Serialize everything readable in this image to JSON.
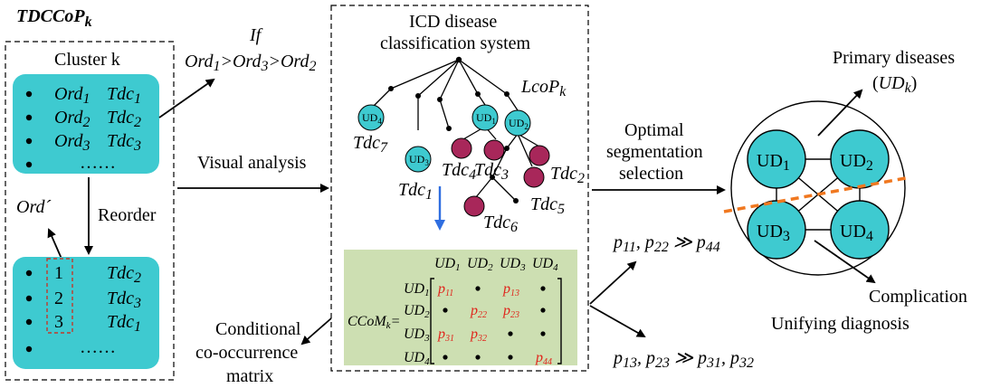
{
  "title": "TDCCoP",
  "title_sub": "k",
  "cluster": {
    "label": "Cluster k",
    "rows": [
      {
        "ord": "Ord",
        "ord_sub": "1",
        "tdc": "Tdc",
        "tdc_sub": "1"
      },
      {
        "ord": "Ord",
        "ord_sub": "2",
        "tdc": "Tdc",
        "tdc_sub": "2"
      },
      {
        "ord": "Ord",
        "ord_sub": "3",
        "tdc": "Tdc",
        "tdc_sub": "3"
      }
    ],
    "ellipsis": "……"
  },
  "reorder_label": "Reorder",
  "ord_prime": "Ord´",
  "reordered": {
    "rows": [
      {
        "num": "1",
        "tdc": "Tdc",
        "tdc_sub": "2"
      },
      {
        "num": "2",
        "tdc": "Tdc",
        "tdc_sub": "3"
      },
      {
        "num": "3",
        "tdc": "Tdc",
        "tdc_sub": "1"
      }
    ],
    "ellipsis": "……"
  },
  "if_label": "If",
  "condition": {
    "a": "Ord",
    "a_sub": "1",
    "b": "Ord",
    "b_sub": "3",
    "c": "Ord",
    "c_sub": "2",
    "op": ">"
  },
  "visual_analysis": "Visual analysis",
  "conditional_matrix": {
    "line1": "Conditional",
    "line2": "co-occurrence",
    "line3": "matrix"
  },
  "icd": {
    "line1": "ICD disease",
    "line2": "classification system"
  },
  "lcop": {
    "text": "LcoP",
    "sub": "k"
  },
  "tree_nodes": {
    "ud": [
      "UD",
      "UD",
      "UD",
      "UD"
    ],
    "ud_sub": [
      "4",
      "1",
      "2",
      "3"
    ],
    "tdc_labels": [
      {
        "text": "Tdc",
        "sub": "7"
      },
      {
        "text": "Tdc",
        "sub": "4"
      },
      {
        "text": "Tdc",
        "sub": "3"
      },
      {
        "text": "Tdc",
        "sub": "2"
      },
      {
        "text": "Tdc",
        "sub": "1"
      },
      {
        "text": "Tdc",
        "sub": "5"
      },
      {
        "text": "Tdc",
        "sub": "6"
      }
    ]
  },
  "matrix": {
    "name": "CCoM",
    "name_sub": "k",
    "equals": "=",
    "col_headers": [
      "UD",
      "UD",
      "UD",
      "UD"
    ],
    "col_subs": [
      "1",
      "2",
      "3",
      "4"
    ],
    "row_headers": [
      "UD",
      "UD",
      "UD",
      "UD"
    ],
    "row_subs": [
      "1",
      "2",
      "3",
      "4"
    ],
    "cells": [
      [
        {
          "t": "p",
          "s": "11"
        },
        {
          "t": "•"
        },
        {
          "t": "p",
          "s": "13"
        },
        {
          "t": "•"
        }
      ],
      [
        {
          "t": "•"
        },
        {
          "t": "p",
          "s": "22"
        },
        {
          "t": "p",
          "s": "23"
        },
        {
          "t": "•"
        }
      ],
      [
        {
          "t": "p",
          "s": "31"
        },
        {
          "t": "p",
          "s": "32"
        },
        {
          "t": "•"
        },
        {
          "t": "•"
        }
      ],
      [
        {
          "t": "•"
        },
        {
          "t": "•"
        },
        {
          "t": "•"
        },
        {
          "t": "p",
          "s": "44"
        }
      ]
    ]
  },
  "optimal": {
    "line1": "Optimal",
    "line2": "segmentation",
    "line3": "selection"
  },
  "ineq1": {
    "a": "p",
    "a_sub": "11",
    "sep": ", ",
    "b": "p",
    "b_sub": "22",
    "op": " ≫ ",
    "c": "p",
    "c_sub": "44"
  },
  "ineq2": {
    "a": "p",
    "a_sub": "13",
    "sep": ", ",
    "b": "p",
    "b_sub": "23",
    "op": " ≫ ",
    "c": "p",
    "c_sub": "31",
    "sep2": ", ",
    "d": "p",
    "d_sub": "32"
  },
  "primary": {
    "line1": "Primary diseases",
    "open": "(",
    "ud": "UD",
    "ud_sub": "k",
    "close": ")"
  },
  "graph_nodes": [
    {
      "t": "UD",
      "s": "1"
    },
    {
      "t": "UD",
      "s": "2"
    },
    {
      "t": "UD",
      "s": "3"
    },
    {
      "t": "UD",
      "s": "4"
    }
  ],
  "complication": "Complication",
  "unifying": "Unifying diagnosis",
  "colors": {
    "teal": "#3ecad0",
    "maroon": "#a8275a",
    "matrix_bg": "#cddfb2",
    "red": "#e0241b",
    "orange": "#f07820",
    "blue": "#2f6ee0"
  }
}
